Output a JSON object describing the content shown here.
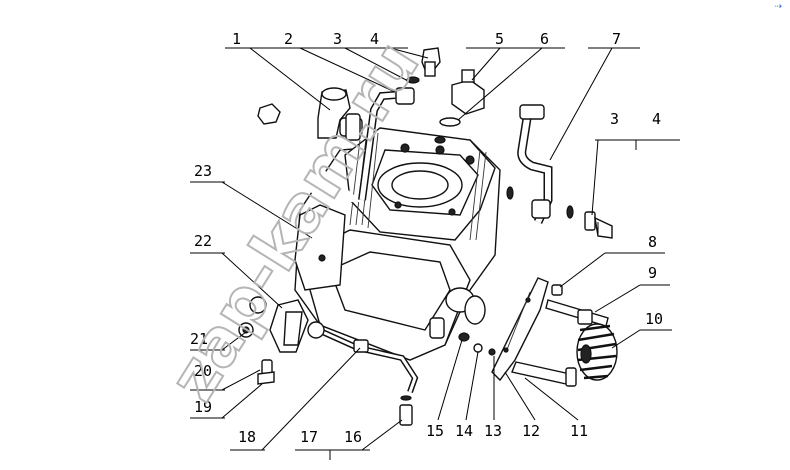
{
  "callouts": {
    "c1": "1",
    "c2": "2",
    "c3": "3",
    "c4": "4",
    "c5": "5",
    "c6": "6",
    "c7": "7",
    "c3b": "3",
    "c4b": "4",
    "c8": "8",
    "c9": "9",
    "c10": "10",
    "c11": "11",
    "c12": "12",
    "c13": "13",
    "c14": "14",
    "c15": "15",
    "c16": "16",
    "c17": "17",
    "c18": "18",
    "c19": "19",
    "c20": "20",
    "c21": "21",
    "c22": "22",
    "c23": "23"
  },
  "watermark": "zap-kam.ru",
  "corner_mark": "⇢"
}
